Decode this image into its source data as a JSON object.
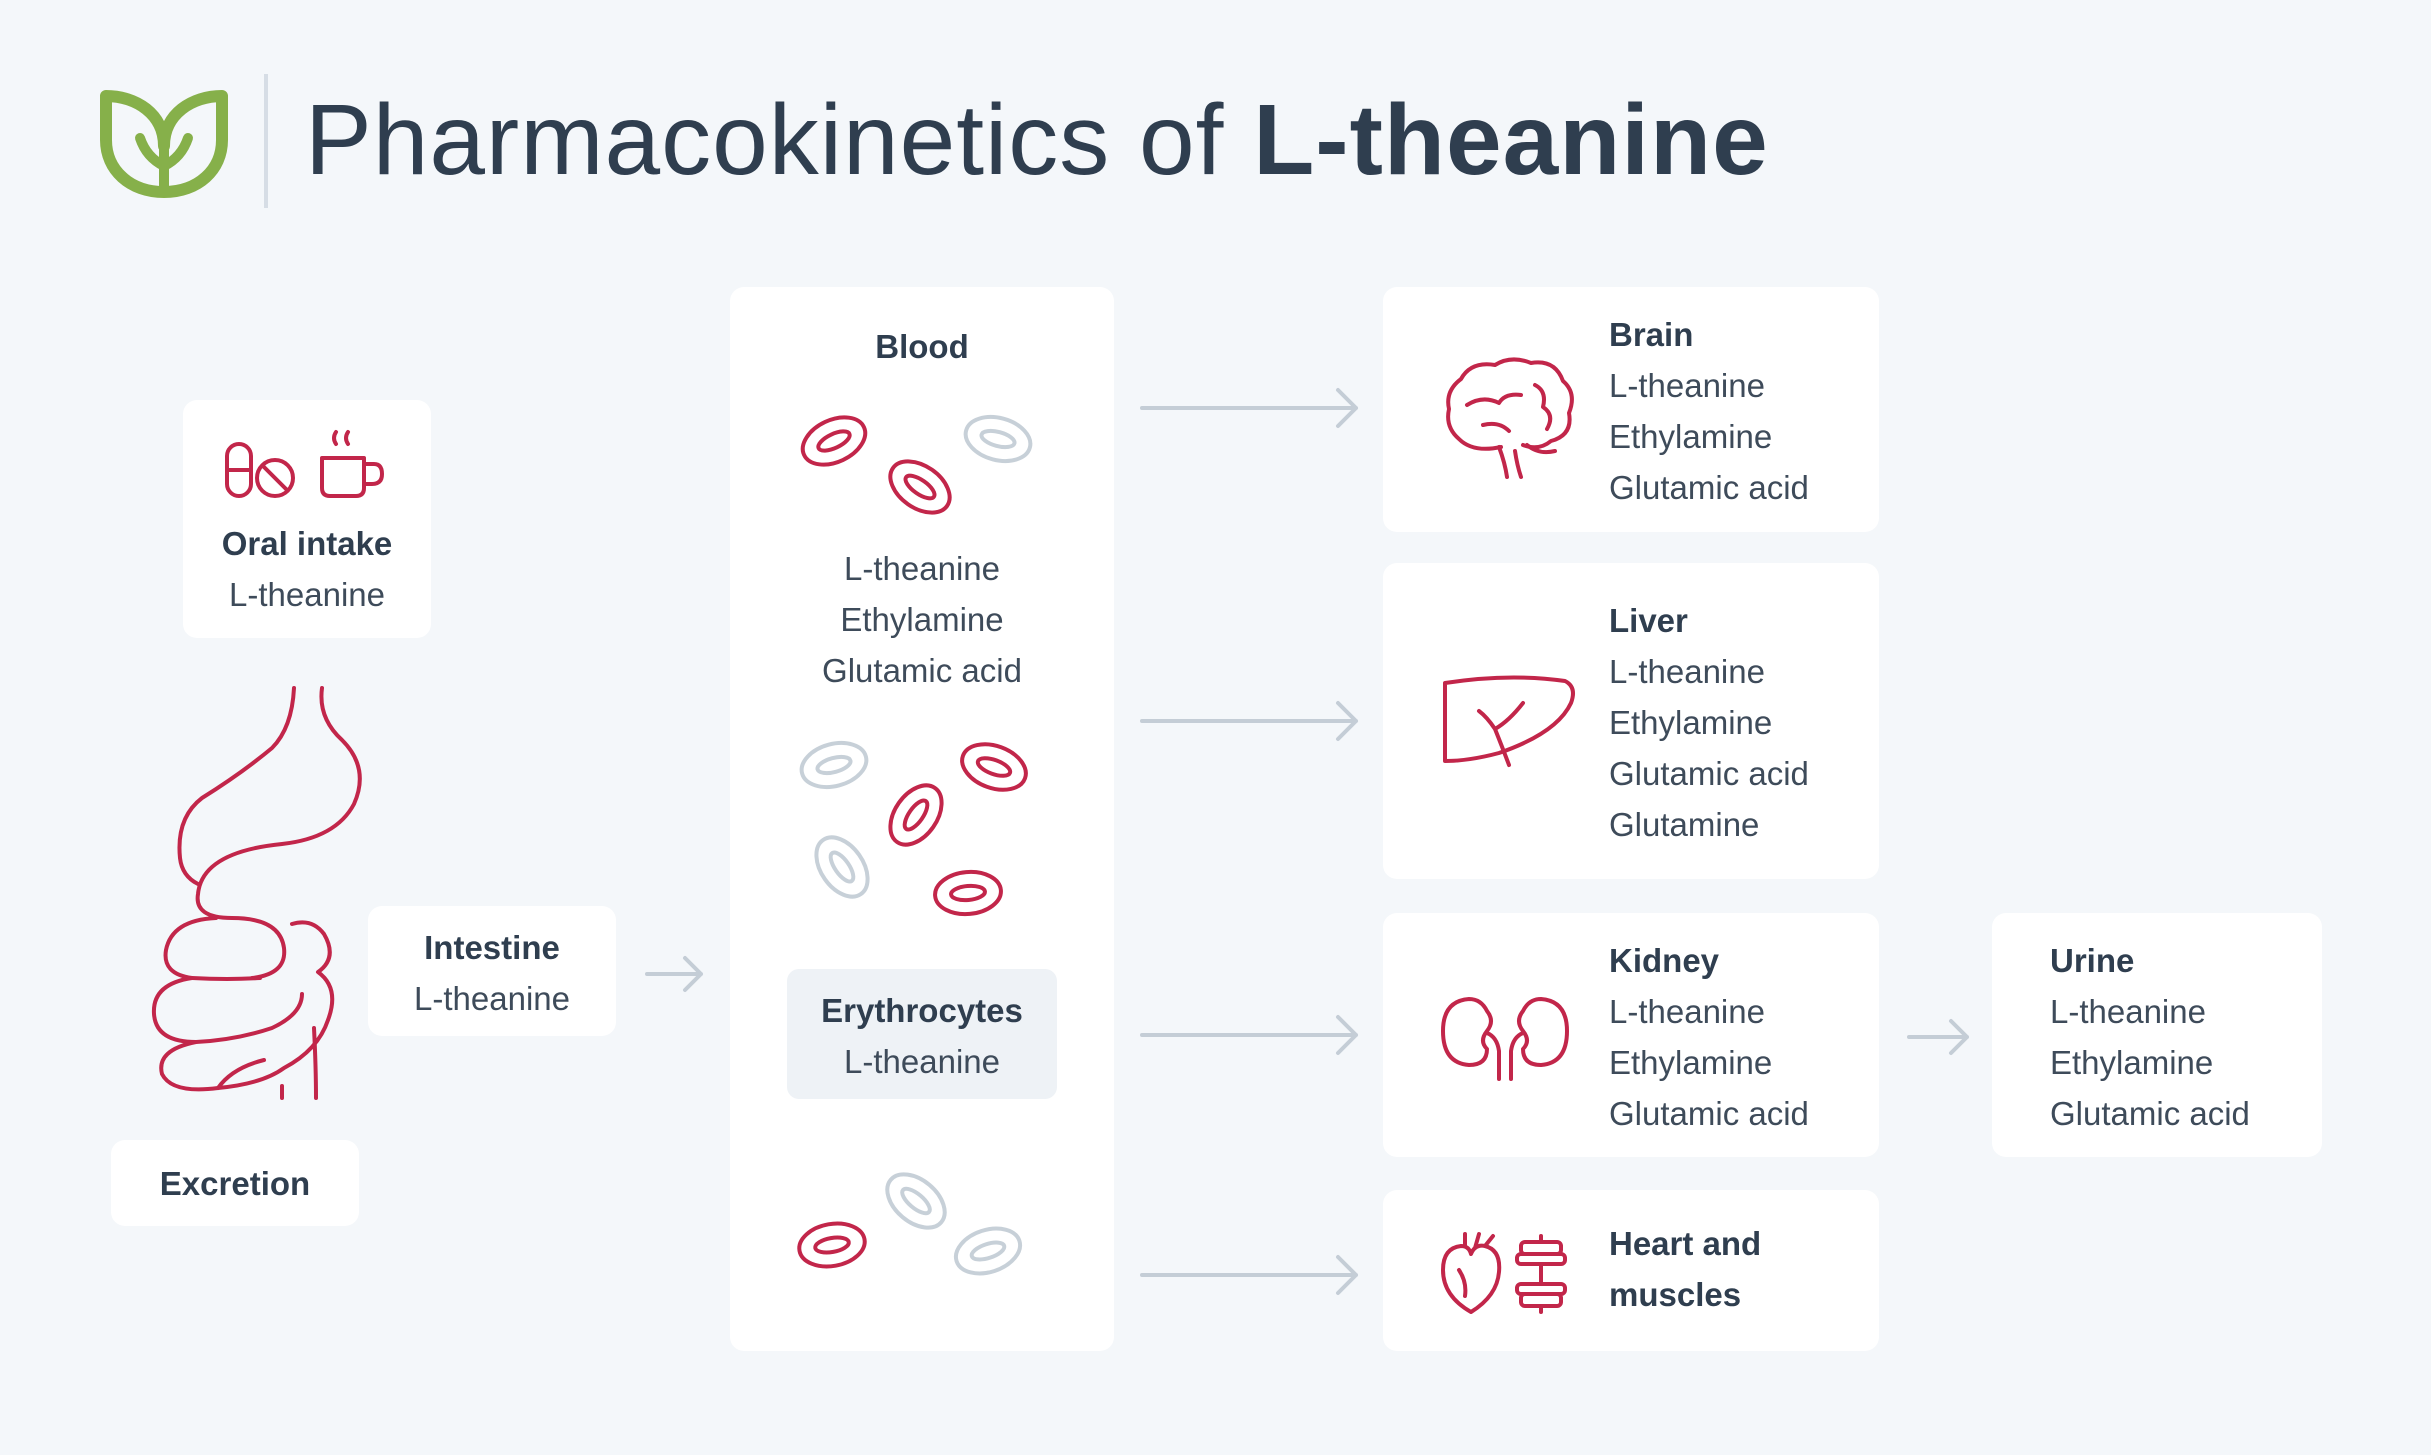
{
  "header": {
    "title_prefix": "Pharmacokinetics of ",
    "title_bold": "L-theanine",
    "logo_icon": "leaf-logo-icon"
  },
  "oral_intake": {
    "title": "Oral intake",
    "items": [
      "L-theanine"
    ],
    "icons": [
      "pills-icon",
      "coffee-cup-icon"
    ]
  },
  "intestine": {
    "title": "Intestine",
    "items": [
      "L-theanine"
    ]
  },
  "excretion": {
    "title": "Excretion"
  },
  "blood": {
    "title": "Blood",
    "items": [
      "L-theanine",
      "Ethylamine",
      "Glutamic acid"
    ]
  },
  "erythrocytes": {
    "title": "Erythrocytes",
    "items": [
      "L-theanine"
    ]
  },
  "brain": {
    "title": "Brain",
    "items": [
      "L-theanine",
      "Ethylamine",
      "Glutamic acid"
    ],
    "icon": "brain-icon"
  },
  "liver": {
    "title": "Liver",
    "items": [
      "L-theanine",
      "Ethylamine",
      "Glutamic acid",
      "Glutamine"
    ],
    "icon": "liver-icon"
  },
  "kidney": {
    "title": "Kidney",
    "items": [
      "L-theanine",
      "Ethylamine",
      "Glutamic acid"
    ],
    "icon": "kidney-icon"
  },
  "heart_muscles": {
    "title_line1": "Heart and",
    "title_line2": "muscles",
    "icons": [
      "heart-icon",
      "dumbbell-icon"
    ]
  },
  "urine": {
    "title": "Urine",
    "items": [
      "L-theanine",
      "Ethylamine",
      "Glutamic acid"
    ]
  },
  "colors": {
    "accent_red": "#c2264a",
    "leaf_green": "#86b04a",
    "text_dark": "#2f3e4f",
    "background": "#f4f7fa",
    "arrow_grey": "#c4cdd6"
  }
}
